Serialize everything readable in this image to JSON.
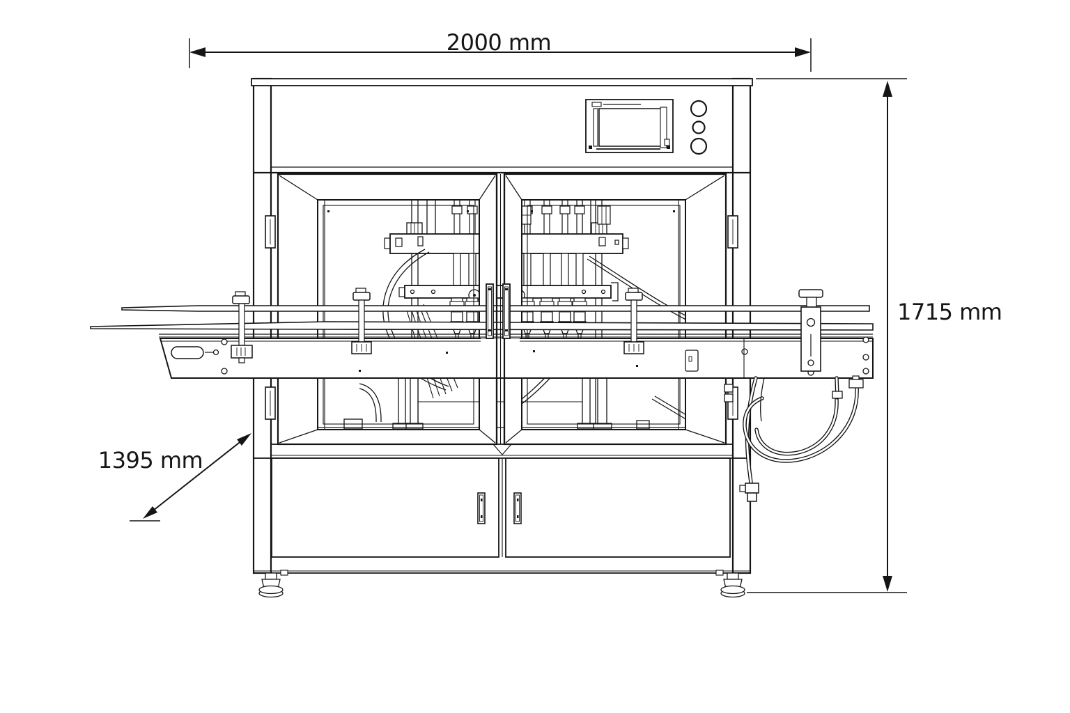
{
  "figure": {
    "type": "technical-drawing",
    "subject": "Automatic filling machine - front elevation with overall dimensions"
  },
  "dimensions": {
    "width": {
      "label": "2000 mm"
    },
    "height": {
      "label": "1715 mm"
    },
    "depth": {
      "label": "1395 mm"
    }
  },
  "colors": {
    "line": "#151515",
    "background": "#ffffff"
  }
}
